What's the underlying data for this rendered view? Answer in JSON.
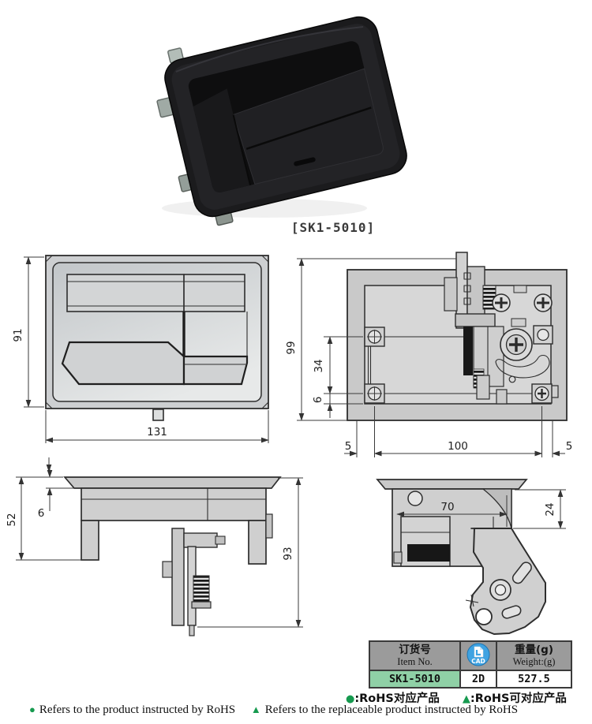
{
  "model_label": "[SK1-5010]",
  "drawings": {
    "front_view": {
      "dim_height": "91",
      "dim_width": "131"
    },
    "rear_view": {
      "dim_height": "99",
      "dim_hole_spacing_v": "34",
      "dim_hole_offset_v": "6",
      "dim_margin_left": "5",
      "dim_hole_spacing_h": "100",
      "dim_margin_right": "5"
    },
    "side_view_left": {
      "dim_front_height": "52",
      "dim_flange": "6",
      "dim_depth": "93"
    },
    "side_view_right": {
      "dim_body_width": "70",
      "dim_catch_height": "24"
    }
  },
  "spec_table": {
    "header": {
      "item_no_zh": "订货号",
      "item_no_en": "Item No.",
      "cad_label": "CAD",
      "weight_zh": "重量(g)",
      "weight_en": "Weight:(g)"
    },
    "row": {
      "item_no": "SK1-5010",
      "cad_type": "2D",
      "weight": "527.5"
    },
    "colors": {
      "header_bg": "#9b9b9b",
      "item_bg": "#8fd0a6",
      "cad_blue": "#3fa3e2"
    }
  },
  "rohs_legend": {
    "symbol_color": "#169a4f",
    "line1": [
      {
        "symbol": "●",
        "text": ":RoHS对应产品"
      },
      {
        "symbol": "▲",
        "text": ":RoHS可对应产品"
      }
    ],
    "line2": [
      {
        "symbol": "●",
        "text": "Refers to the product instructed by RoHS"
      },
      {
        "symbol": "▲",
        "text": "Refers to the replaceable product instructed by RoHS"
      }
    ]
  }
}
